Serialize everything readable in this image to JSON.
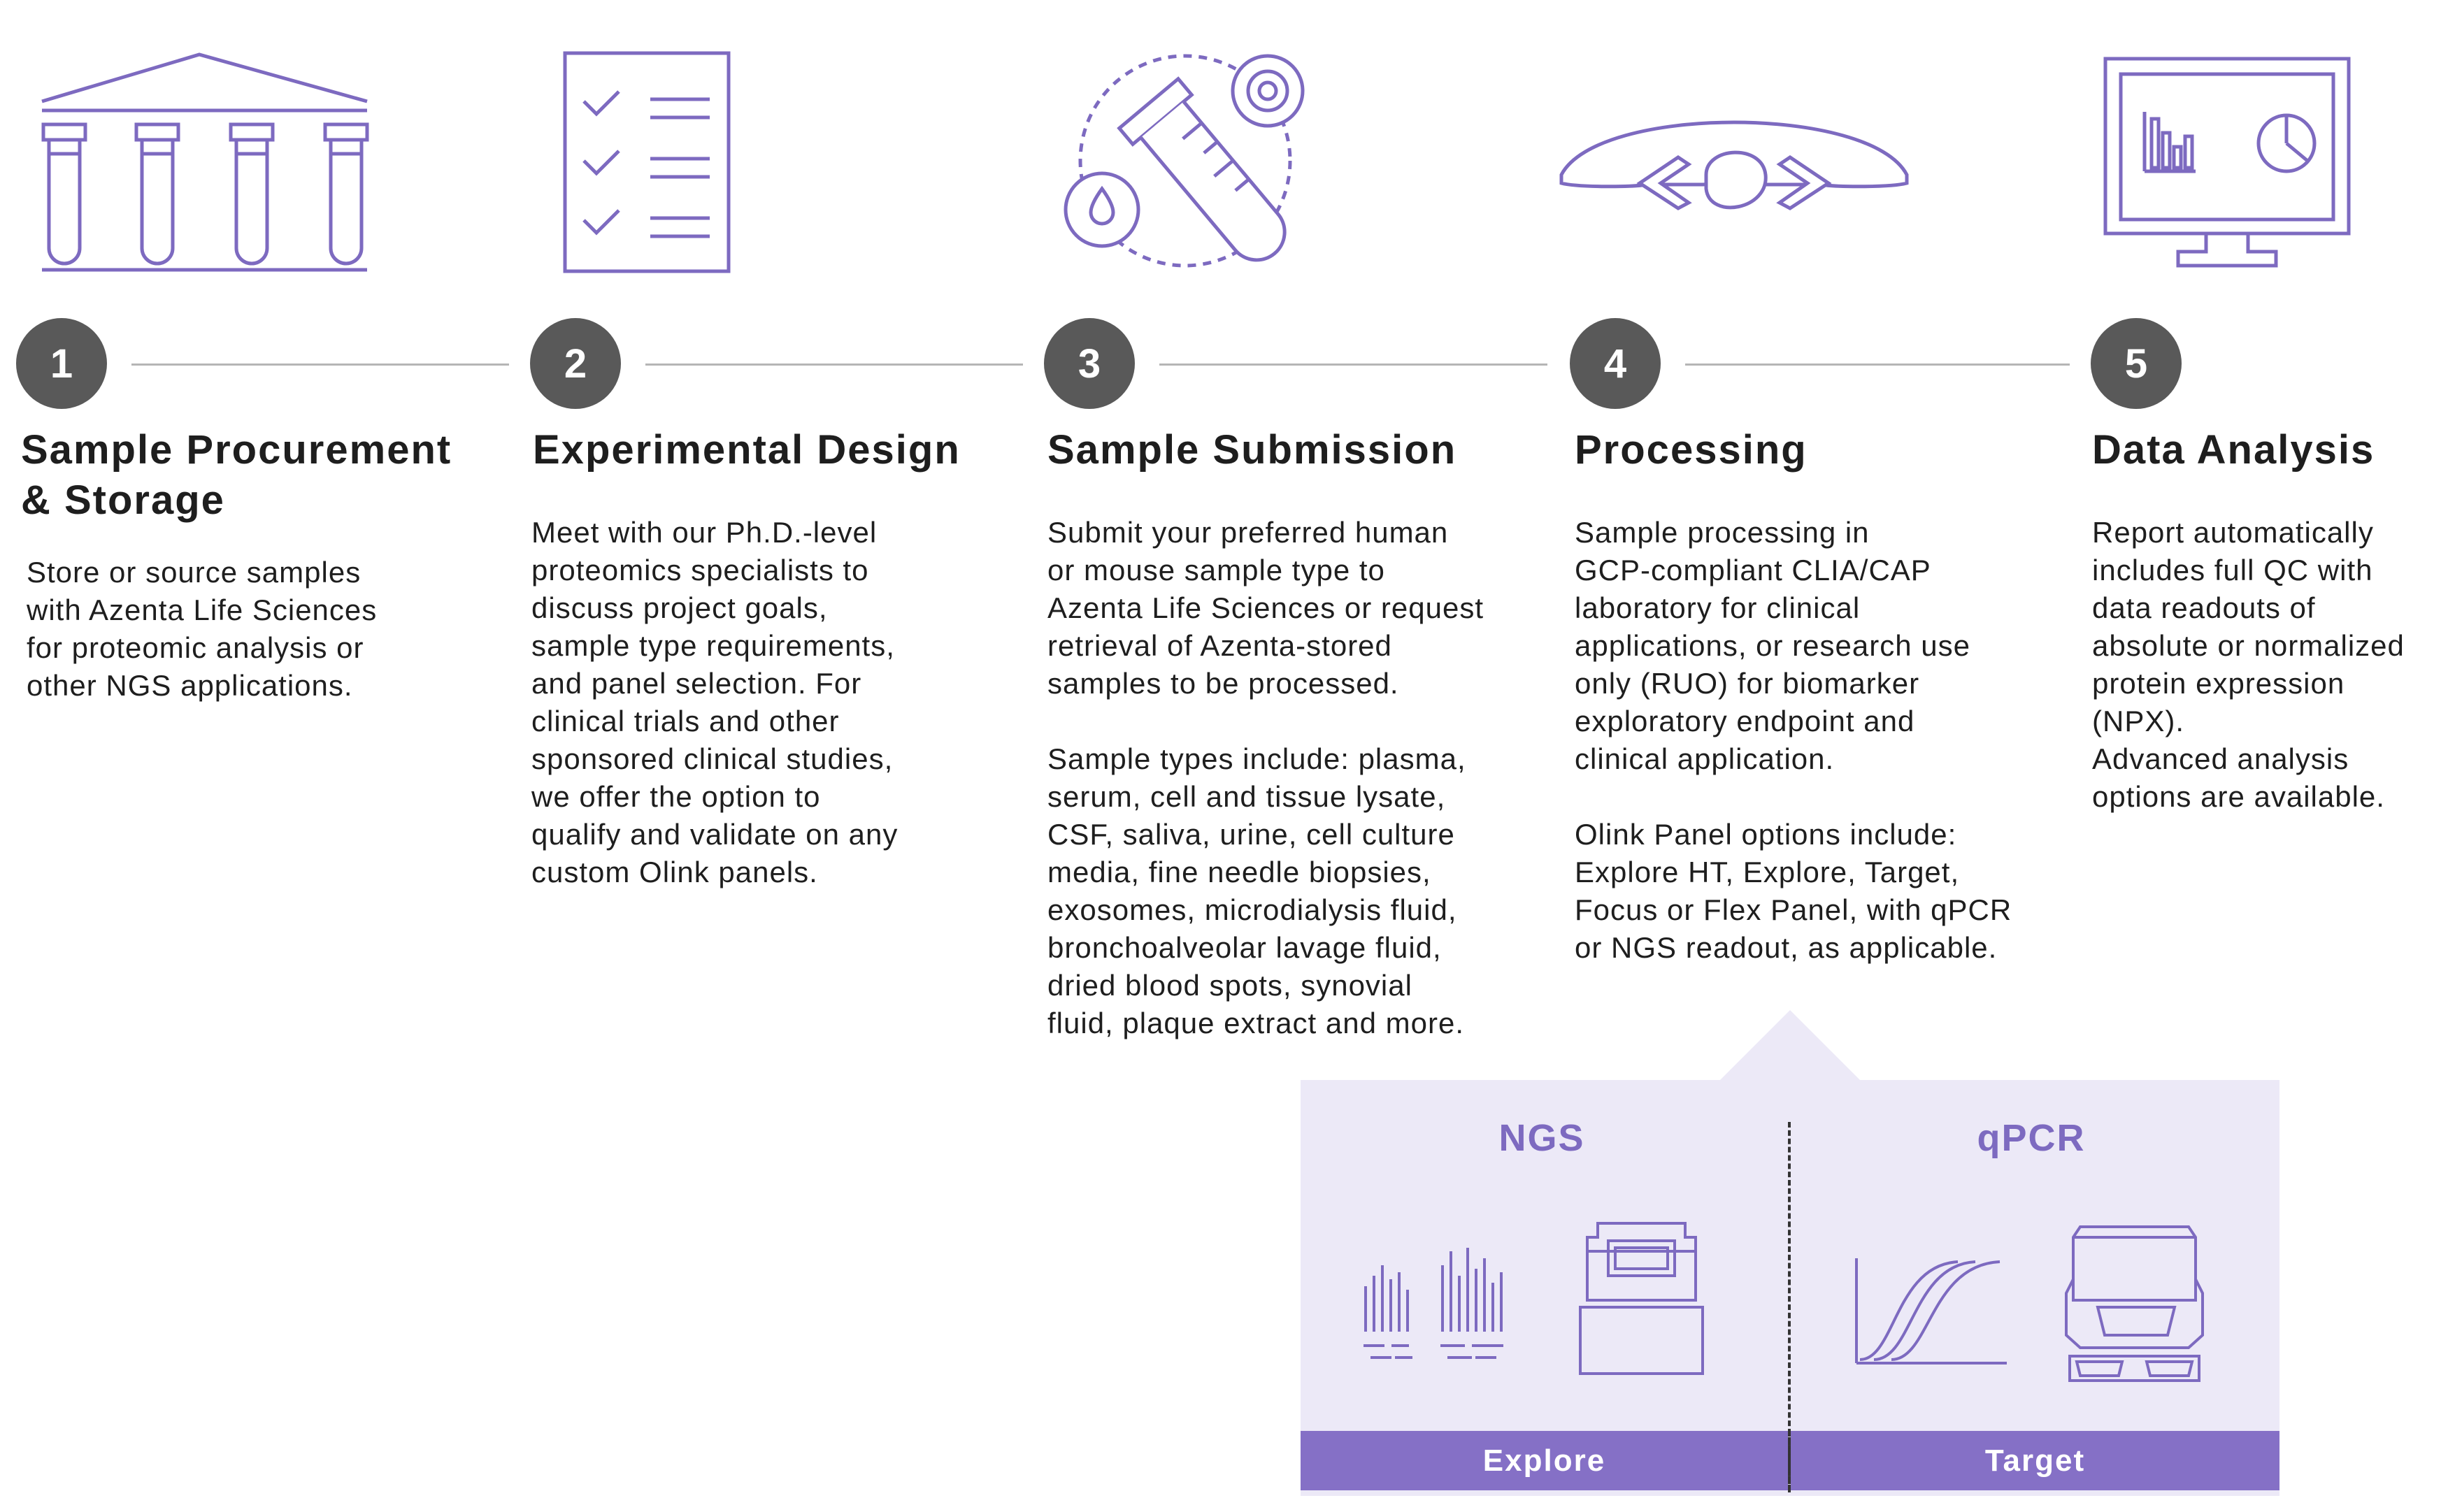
{
  "colors": {
    "accent": "#7d6ac0",
    "circle": "#595959",
    "panel_bg": "#ece9f7",
    "panel_bar": "#8570c6"
  },
  "steps": [
    {
      "number": "1",
      "icon": "test-tubes-rack-icon",
      "title_lines": [
        "Sample Procurement",
        "& Storage"
      ],
      "paragraphs": [
        [
          "Store or source samples",
          "with Azenta Life Sciences",
          "for proteomic analysis or",
          "other NGS applications."
        ]
      ]
    },
    {
      "number": "2",
      "icon": "checklist-icon",
      "title_lines": [
        "Experimental Design"
      ],
      "paragraphs": [
        [
          "Meet with our Ph.D.-level",
          "proteomics specialists to",
          "discuss project goals,",
          "sample type requirements,",
          "and panel selection. For",
          "clinical trials and other",
          "sponsored clinical studies,",
          "we offer the option to",
          "qualify and validate on any",
          "custom Olink panels."
        ]
      ]
    },
    {
      "number": "3",
      "icon": "sample-tube-icon",
      "title_lines": [
        "Sample Submission"
      ],
      "paragraphs": [
        [
          "Submit your preferred human",
          "or mouse sample type to",
          "Azenta Life Sciences or request",
          "retrieval of Azenta-stored",
          "samples to be processed."
        ],
        [
          "Sample types include: plasma,",
          "serum, cell and tissue lysate,",
          "CSF, saliva, urine, cell culture",
          "media, fine needle biopsies,",
          "exosomes, microdialysis fluid,",
          "bronchoalveolar lavage fluid,",
          "dried blood spots, synovial",
          "fluid, plaque extract and more."
        ]
      ]
    },
    {
      "number": "4",
      "icon": "antibody-binding-icon",
      "title_lines": [
        "Processing"
      ],
      "paragraphs": [
        [
          "Sample processing in",
          "GCP-compliant CLIA/CAP",
          "laboratory for clinical",
          "applications, or research use",
          "only (RUO) for biomarker",
          "exploratory endpoint and",
          "clinical application."
        ],
        [
          "Olink Panel options include:",
          "Explore HT, Explore, Target,",
          "Focus or Flex Panel, with qPCR",
          "or NGS readout, as applicable."
        ]
      ]
    },
    {
      "number": "5",
      "icon": "monitor-charts-icon",
      "title_lines": [
        "Data Analysis"
      ],
      "paragraphs": [
        [
          "Report automatically",
          "includes full QC with",
          "data readouts of",
          "absolute or normalized",
          "protein expression (NPX).",
          "Advanced analysis",
          "options are available."
        ]
      ]
    }
  ],
  "readout_panel": {
    "left": {
      "heading": "NGS",
      "bar_label": "Explore",
      "icons": [
        "sequencing-signal-icon",
        "sequencer-instrument-icon"
      ]
    },
    "right": {
      "heading": "qPCR",
      "bar_label": "Target",
      "icons": [
        "amplification-curve-icon",
        "qpcr-instrument-icon"
      ]
    }
  }
}
